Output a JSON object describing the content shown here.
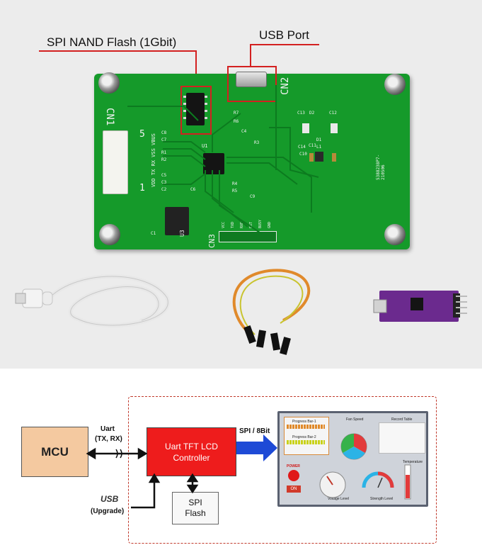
{
  "callouts": {
    "spi_flash": "SPI NAND Flash (1Gbit)",
    "usb_port": "USB Port"
  },
  "pcb": {
    "cn1": "CN1",
    "cn2": "CN2",
    "cn3": "CN3",
    "u1": "U1",
    "u3": "U3",
    "pin_five": "5",
    "pin_one": "1",
    "cn1_pins": "VDD TX RX VSS VBUS",
    "serial": "5388238P7-210506",
    "refs": [
      "C13",
      "D2",
      "C12",
      "R7",
      "R6",
      "R3",
      "C4",
      "C6",
      "C11",
      "R1",
      "R2",
      "C2",
      "C3",
      "C5",
      "C8",
      "R4",
      "R5",
      "C9",
      "C10",
      "C14",
      "D1",
      "L1",
      "C1",
      "C7"
    ],
    "cn3_pins": [
      "VCC",
      "TXD",
      "RXD",
      "RST",
      "BUSY",
      "GND"
    ]
  },
  "diagram": {
    "mcu": "MCU",
    "uart_label": "Uart",
    "uart_pins": "(TX, RX)",
    "controller_line1": "Uart TFT LCD",
    "controller_line2": "Controller",
    "spi_bus_label": "SPI / 8Bit",
    "flash_line1": "SPI",
    "flash_line2": "Flash",
    "usb_logo": "USB",
    "upgrade": "(Upgrade)",
    "screen": {
      "progress_bar_1": "Progress Bar-1",
      "progress_bar_2": "Progress Bar-2",
      "fan_speed": "Fan Speed",
      "record_table": "Record Table",
      "power": "POWER",
      "on": "ON",
      "temperature": "Temperature",
      "voltage_level": "Voltage Level",
      "strength_level": "Strength Level"
    }
  },
  "colors": {
    "pcb_green": "#159a2a",
    "callout_red": "#d32020",
    "controller_red": "#ee1c1c",
    "mcu_peach": "#f4c9a0",
    "arrow_blue": "#1e4ad6",
    "purple_module": "#6b2a8e"
  }
}
